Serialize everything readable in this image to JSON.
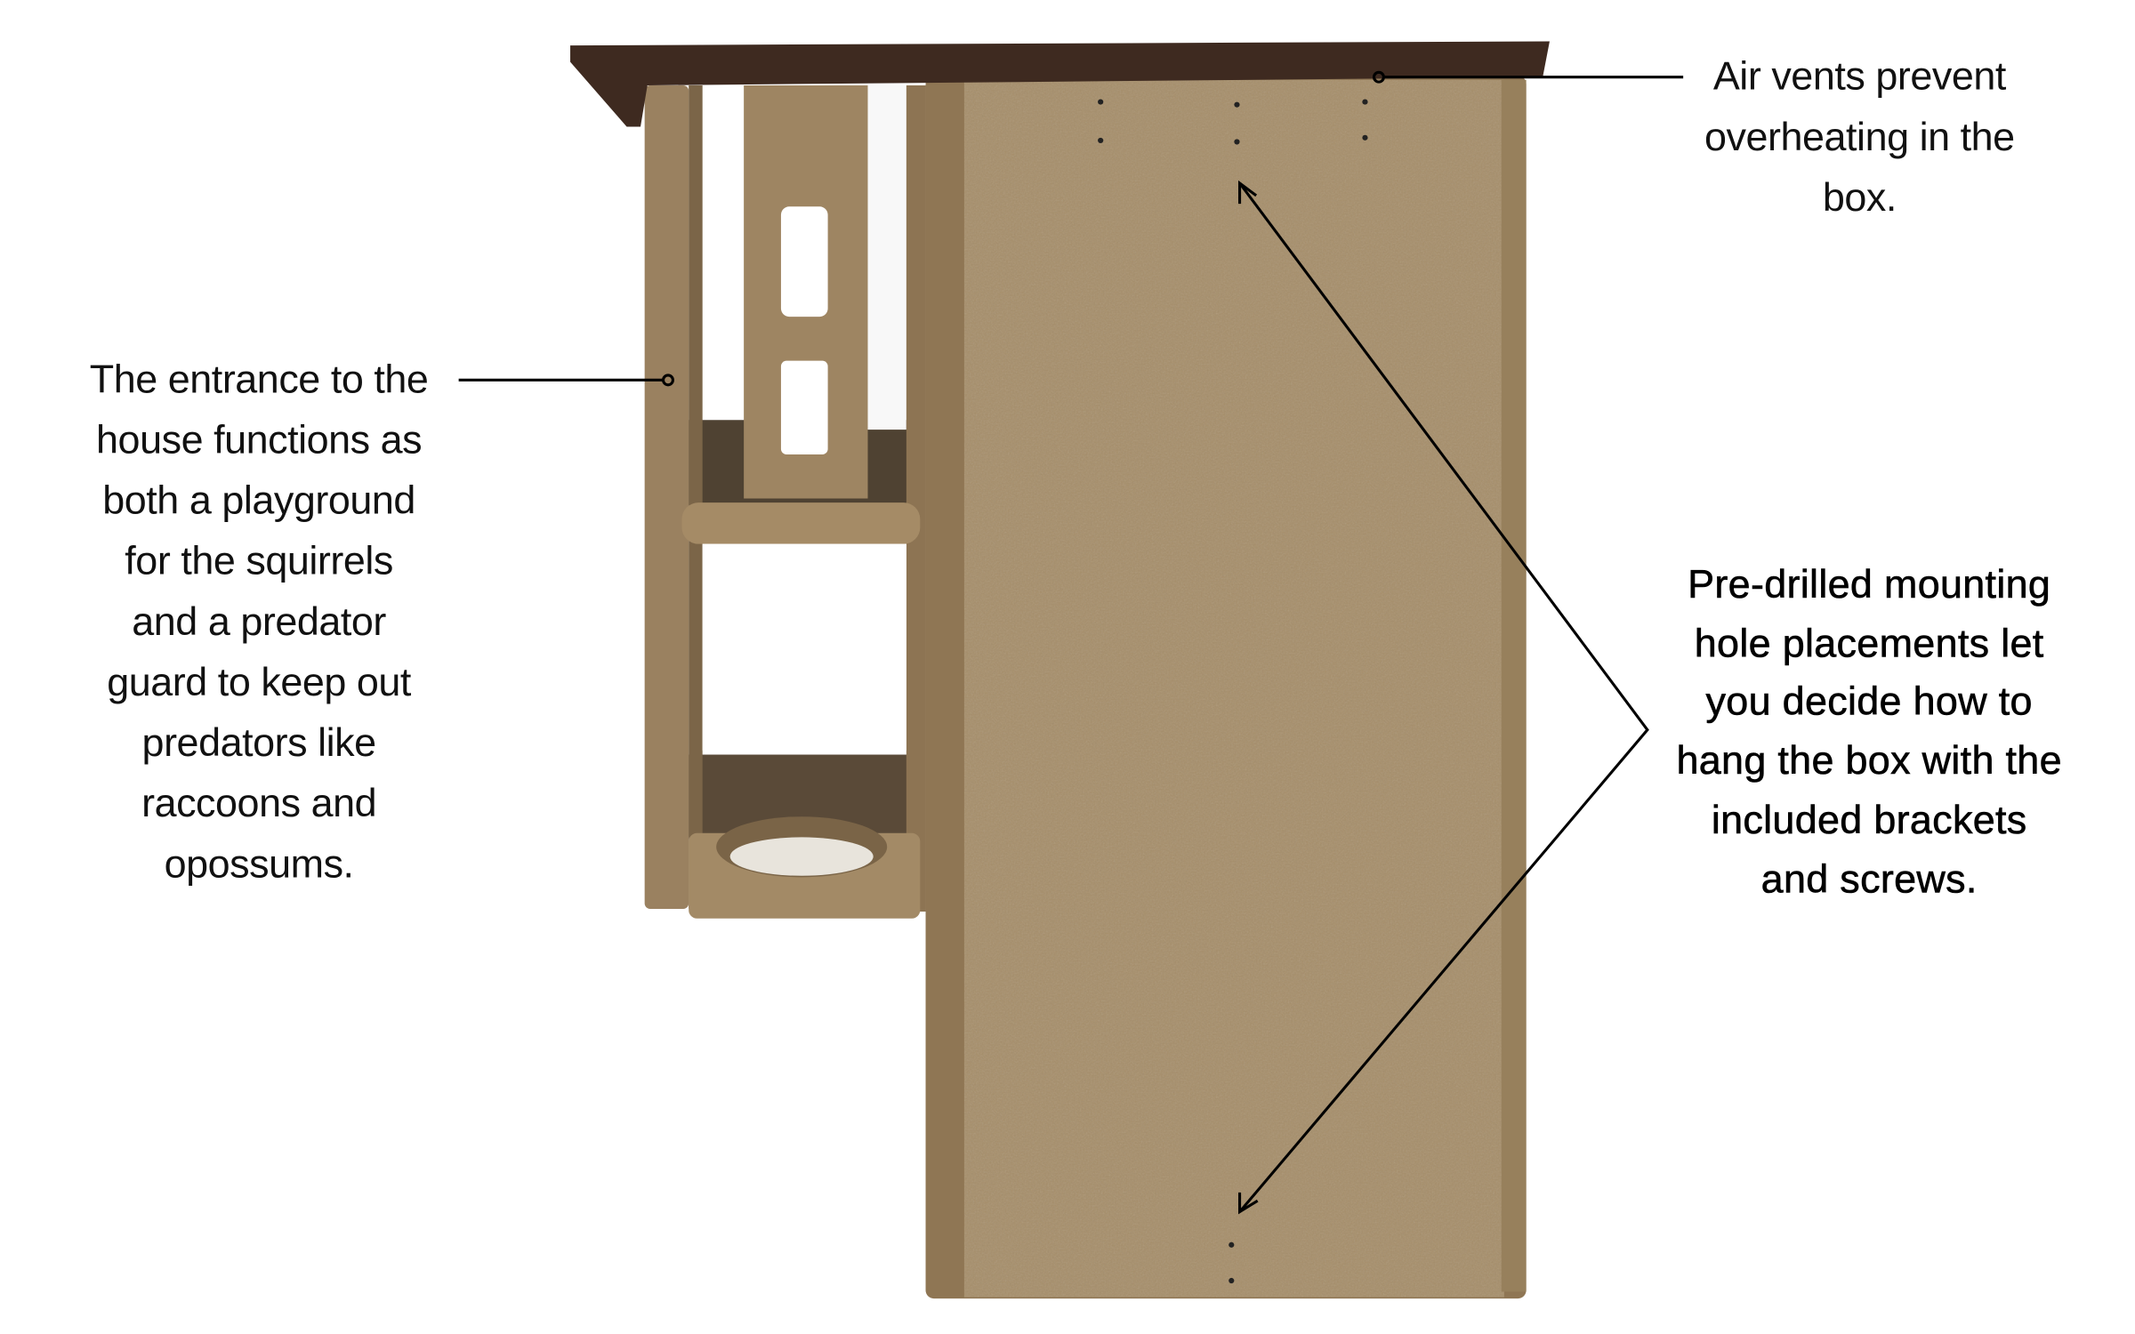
{
  "annotations": {
    "entrance": {
      "lines": [
        "The entrance to the",
        "house functions as",
        "both a playground",
        "for the squirrels",
        "and a predator",
        "guard to keep out",
        "predators like",
        "raccoons and",
        "opossums."
      ]
    },
    "air_vents": {
      "lines": [
        "Air vents prevent",
        "overheating in the",
        "box."
      ]
    },
    "mounting": {
      "lines": [
        "Pre-drilled mounting",
        "hole placements let",
        "you decide how to",
        "hang the box with the",
        "included brackets",
        "and screws."
      ]
    }
  },
  "colors": {
    "roof": "#3e2a20",
    "body": "#a38a66",
    "edge": "#8c7352",
    "callout_line": "#000000"
  }
}
